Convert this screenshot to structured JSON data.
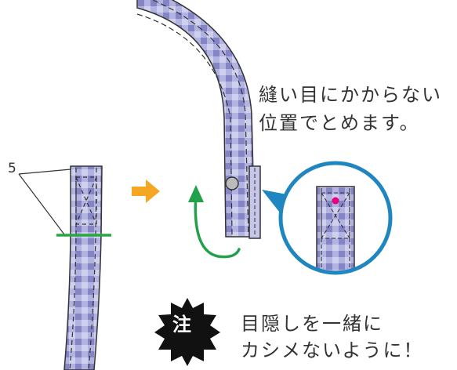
{
  "instruction": {
    "line1": "縫い目にかからない",
    "line2": "位置でとめます。"
  },
  "warning": {
    "badge": "注",
    "line1": "目隠しを一緒に",
    "line2": "カシメないように！"
  },
  "measure_label": "5",
  "colors": {
    "strap": "#a9a9dd",
    "strap_check": "#8585c6",
    "strap_light": "#cfcfee",
    "stitch": "#333333",
    "arrow_orange": "#f5a623",
    "arrow_green": "#22a04a",
    "marker_green": "#27a845",
    "zoom_circle": "#1f86c0",
    "rivet_dot": "#e6007e",
    "badge": "#111111"
  },
  "icons": [
    "right-arrow-icon",
    "rotate-arrow-icon",
    "zoom-pointer-icon",
    "warning-starburst-icon"
  ]
}
